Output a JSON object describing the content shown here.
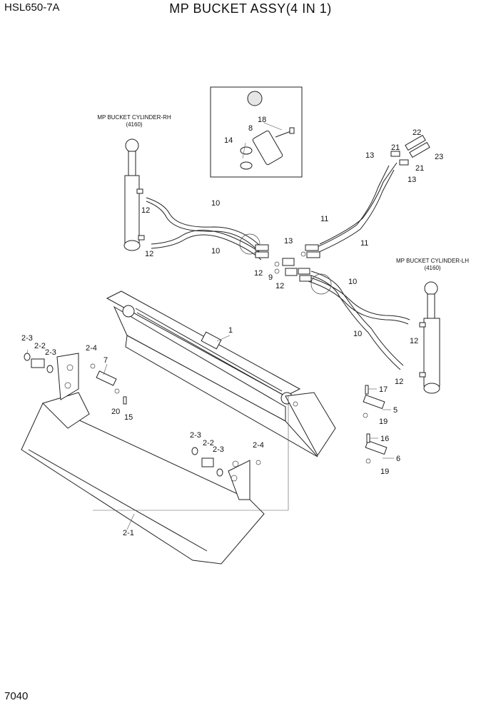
{
  "header": {
    "model": "HSL650-7A",
    "title": "MP BUCKET ASSY(4 IN 1)"
  },
  "footer": {
    "page_number": "7040"
  },
  "labels": {
    "cylinder_rh": {
      "name": "MP BUCKET CYLINDER-RH",
      "code": "(4160)"
    },
    "cylinder_lh": {
      "name": "MP BUCKET CYLINDER-LH",
      "code": "(4160)"
    }
  },
  "callouts": {
    "c1": "1",
    "c2_1": "2-1",
    "c2_2a": "2-2",
    "c2_2b": "2-2",
    "c2_3a": "2-3",
    "c2_3b": "2-3",
    "c2_3c": "2-3",
    "c2_3d": "2-3",
    "c2_4a": "2-4",
    "c2_4b": "2-4",
    "c5": "5",
    "c6": "6",
    "c7": "7",
    "c8": "8",
    "c9": "9",
    "c10a": "10",
    "c10b": "10",
    "c10c": "10",
    "c10d": "10",
    "c11a": "11",
    "c11b": "11",
    "c12a": "12",
    "c12b": "12",
    "c12c": "12",
    "c12d": "12",
    "c12e": "12",
    "c12f": "12",
    "c13a": "13",
    "c13b": "13",
    "c13c": "13",
    "c14": "14",
    "c15": "15",
    "c16": "16",
    "c17": "17",
    "c18": "18",
    "c19a": "19",
    "c19b": "19",
    "c20": "20",
    "c21a": "21",
    "c21b": "21",
    "c22": "22",
    "c23": "23"
  }
}
